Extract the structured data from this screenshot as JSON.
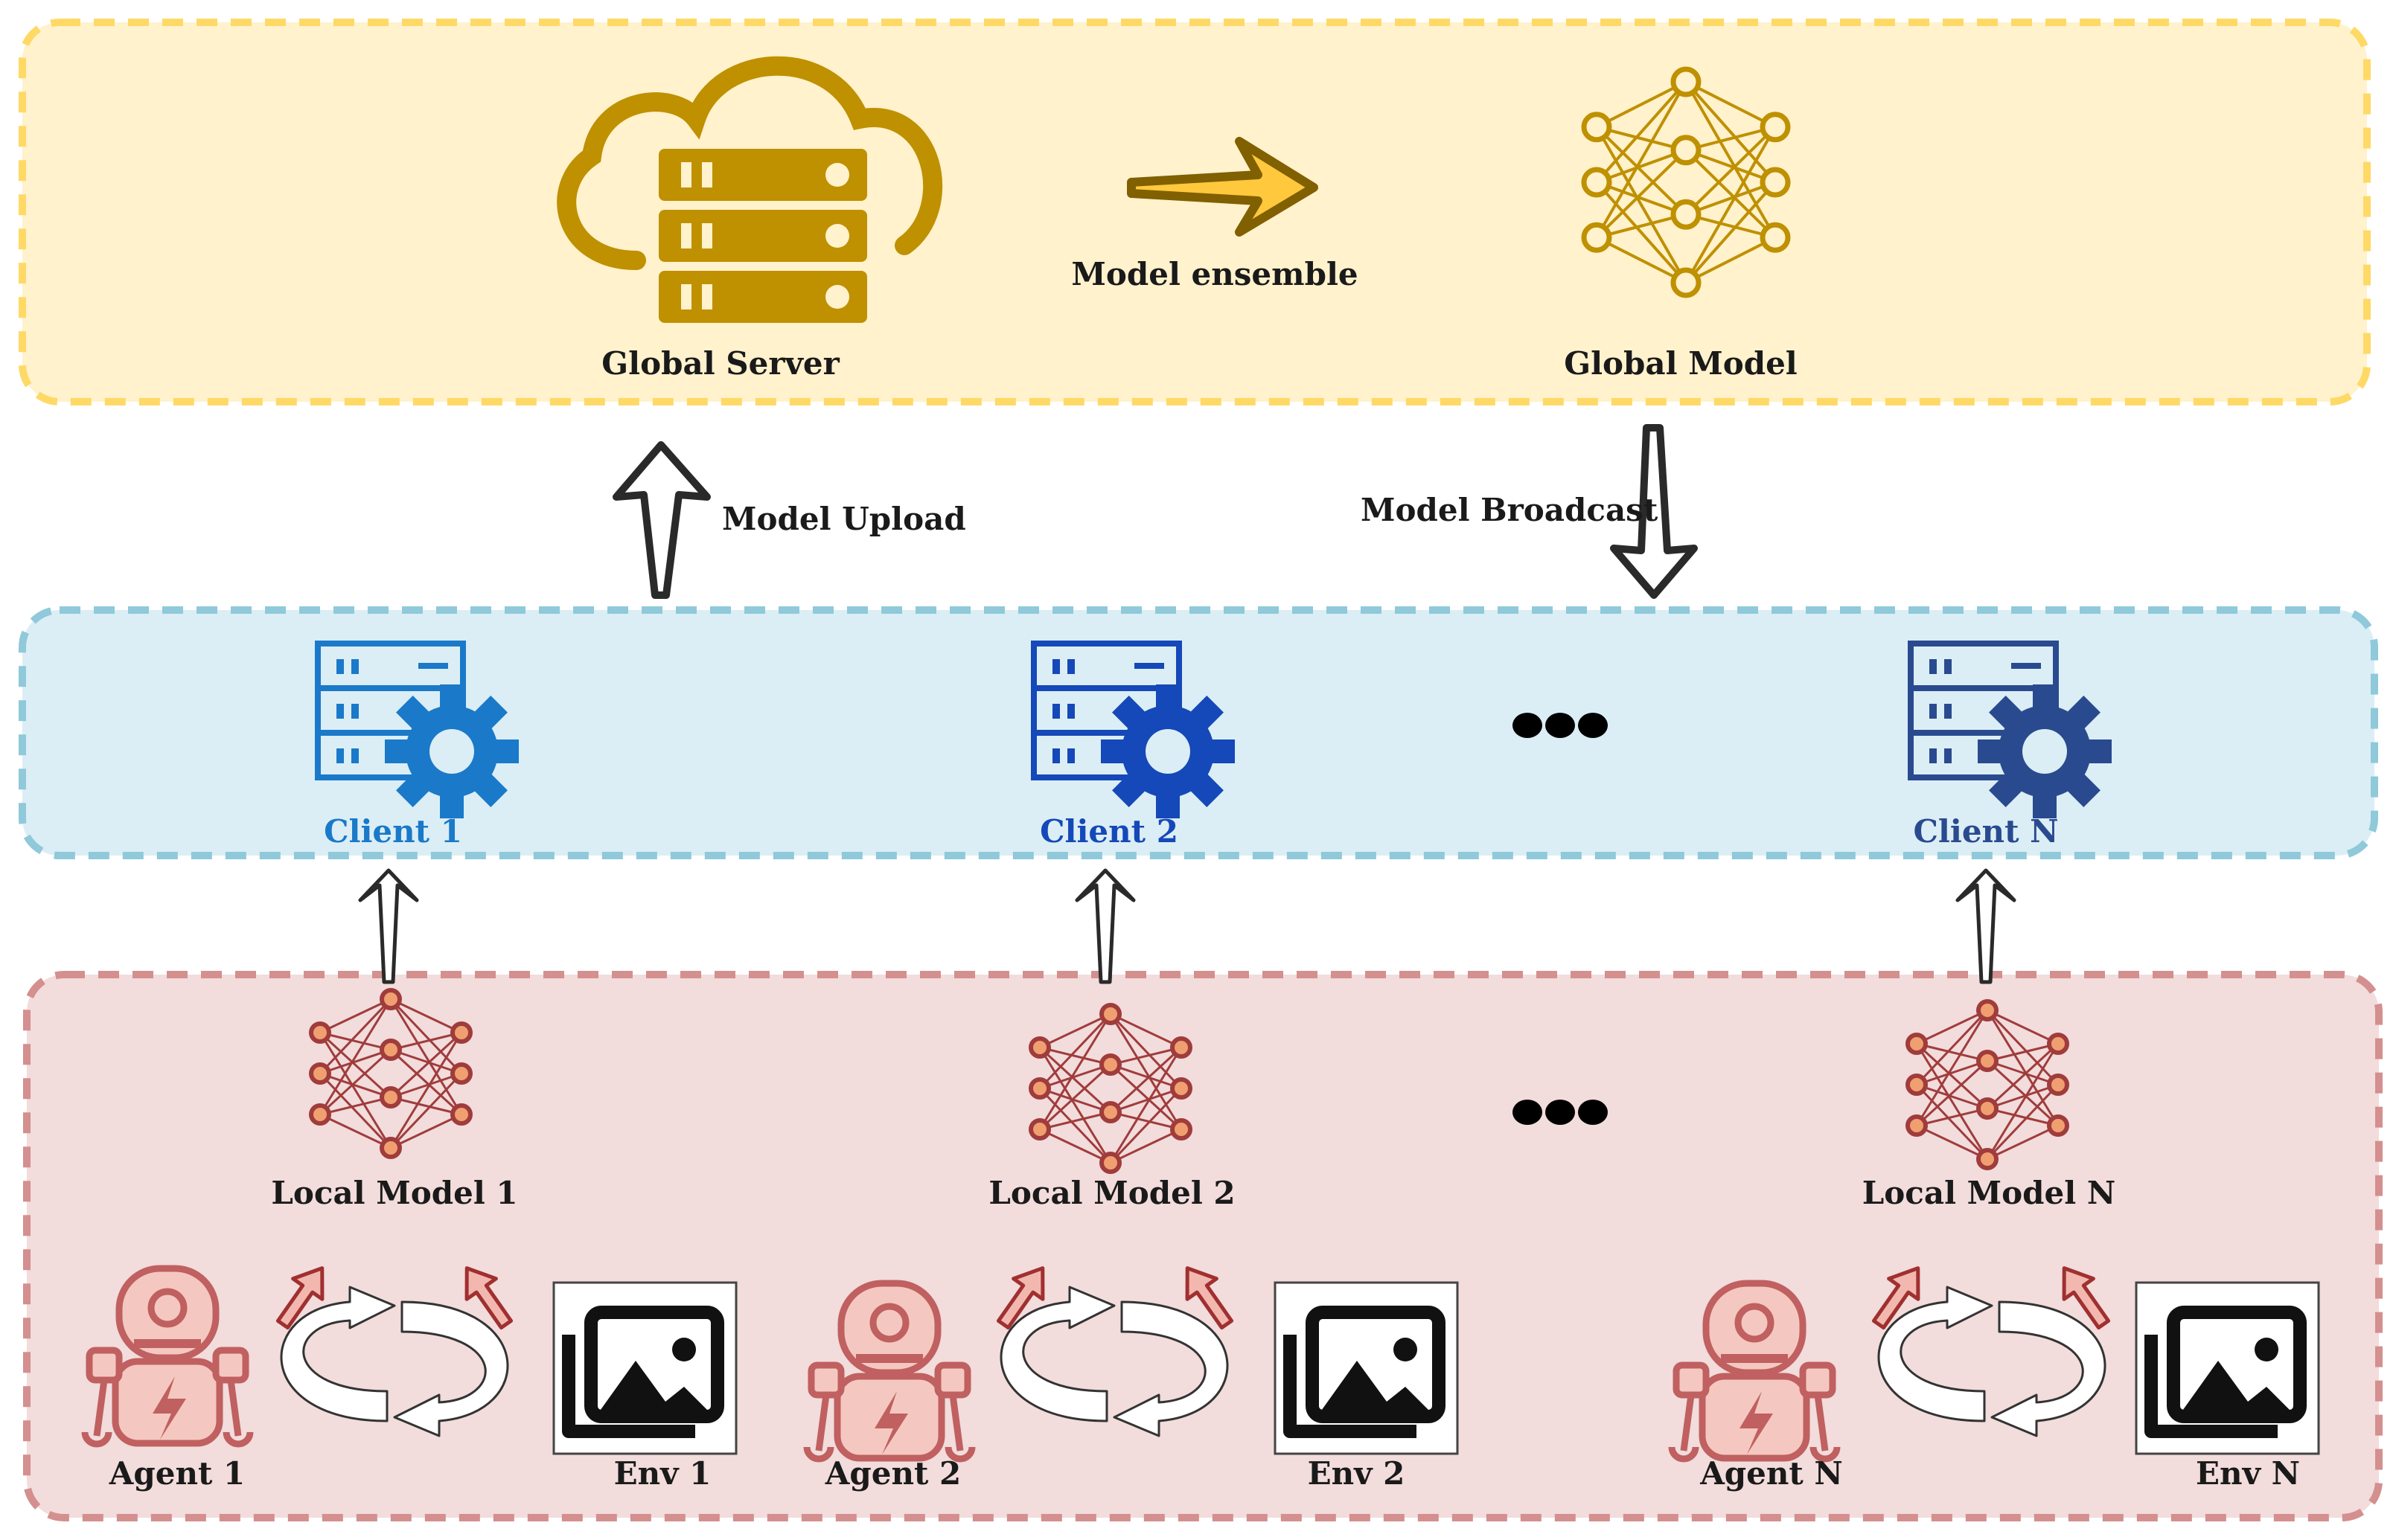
{
  "colors": {
    "server_panel_fill": "#fff2cc",
    "server_panel_border": "#ffd966",
    "client_panel_fill": "#dbeef5",
    "client_panel_border": "#8fc9da",
    "local_panel_fill": "#f2dcdc",
    "local_panel_border": "#d48f8f",
    "gold": "#bf9000",
    "ensemble_arrow_fill": "#ffc83d",
    "ensemble_arrow_stroke": "#806000",
    "client1_color": "#1a79c9",
    "client2_color": "#1548b8",
    "clientN_color": "#2a4a8f",
    "local_color": "#a03c3c",
    "local_node_fill": "#f0a070",
    "agent_color": "#c06060",
    "agent_fill": "#f4c8c0",
    "text_dark": "#1a1a1a"
  },
  "server_panel": {
    "global_server_label": "Global Server",
    "ensemble_label": "Model ensemble",
    "global_model_label": "Global Model"
  },
  "flow": {
    "upload_label": "Model Upload",
    "broadcast_label": "Model Broadcast"
  },
  "clients": [
    {
      "label": "Client 1"
    },
    {
      "label": "Client 2"
    },
    {
      "label": "Client N"
    }
  ],
  "local": [
    {
      "model_label": "Local Model 1",
      "agent_label": "Agent 1",
      "env_label": "Env 1"
    },
    {
      "model_label": "Local Model 2",
      "agent_label": "Agent 2",
      "env_label": "Env 2"
    },
    {
      "model_label": "Local Model N",
      "agent_label": "Agent N",
      "env_label": "Env N"
    }
  ],
  "icons": {
    "global_server": "cloud-server-icon",
    "global_model": "neural-network-icon",
    "client": "server-gear-icon",
    "local_model": "neural-network-icon",
    "agent": "robot-icon",
    "env": "image-gallery-icon",
    "ellipsis": "ellipsis-icon"
  }
}
